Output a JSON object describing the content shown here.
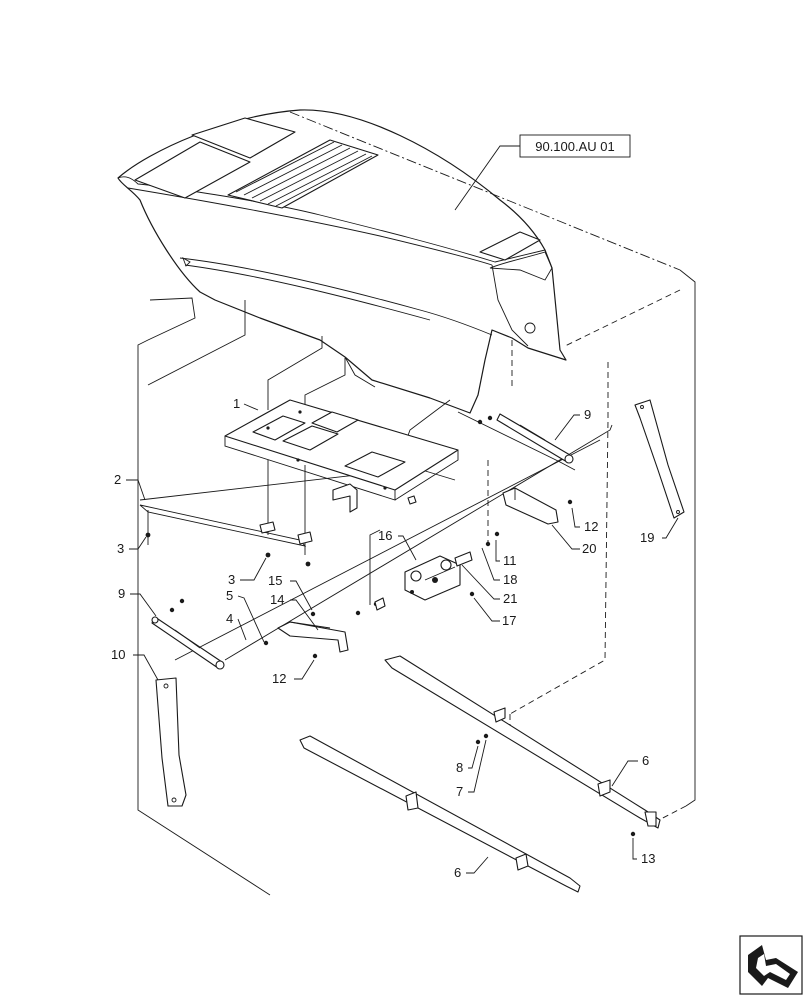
{
  "reference_box": "90.100.AU 01",
  "callouts": {
    "c1": "1",
    "c2": "2",
    "c3a": "3",
    "c3b": "3",
    "c4": "4",
    "c5": "5",
    "c6a": "6",
    "c6b": "6",
    "c7": "7",
    "c8": "8",
    "c9a": "9",
    "c9b": "9",
    "c10": "10",
    "c11": "11",
    "c12a": "12",
    "c12b": "12",
    "c13": "13",
    "c14": "14",
    "c15": "15",
    "c16": "16",
    "c17": "17",
    "c18": "18",
    "c19": "19",
    "c20": "20",
    "c21": "21"
  },
  "icons": {
    "nav": "next-page-arrow-icon"
  }
}
